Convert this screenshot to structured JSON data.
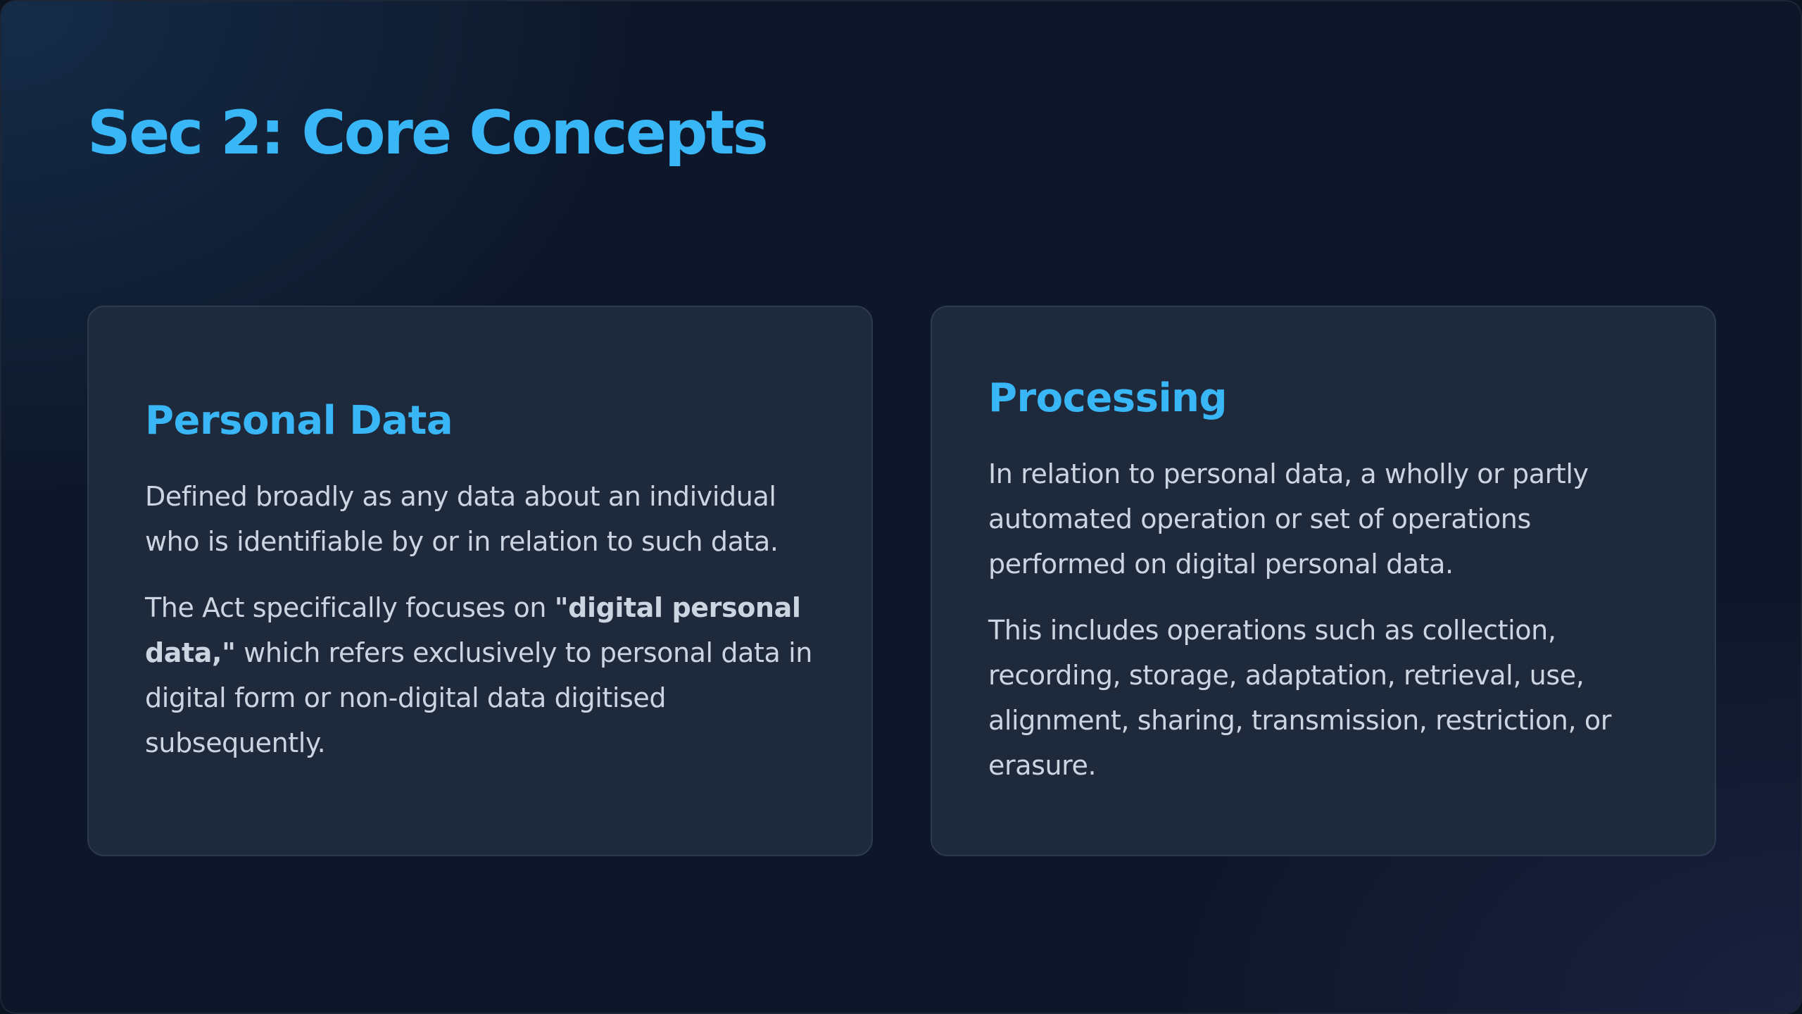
{
  "slide": {
    "title": "Sec 2: Core Concepts"
  },
  "cards": [
    {
      "heading": "Personal Data",
      "paragraph1": "Defined broadly as any data about an individual who is identifiable by or in relation to such data.",
      "paragraph2_prefix": "The Act specifically focuses on ",
      "paragraph2_emphasis": "\"digital personal data,\"",
      "paragraph2_suffix": " which refers exclusively to personal data in digital form or non-digital data digitised subsequently."
    },
    {
      "heading": "Processing",
      "paragraph1": "In relation to personal data, a wholly or partly automated operation or set of operations performed on digital personal data.",
      "paragraph2": "This includes operations such as collection, recording, storage, adaptation, retrieval, use, alignment, sharing, transmission, restriction, or erasure."
    }
  ],
  "colors": {
    "accent": "#38b6f5",
    "card_background": "#1e293b",
    "body_text": "#cbd5e1",
    "slide_background": "#0e1729"
  }
}
